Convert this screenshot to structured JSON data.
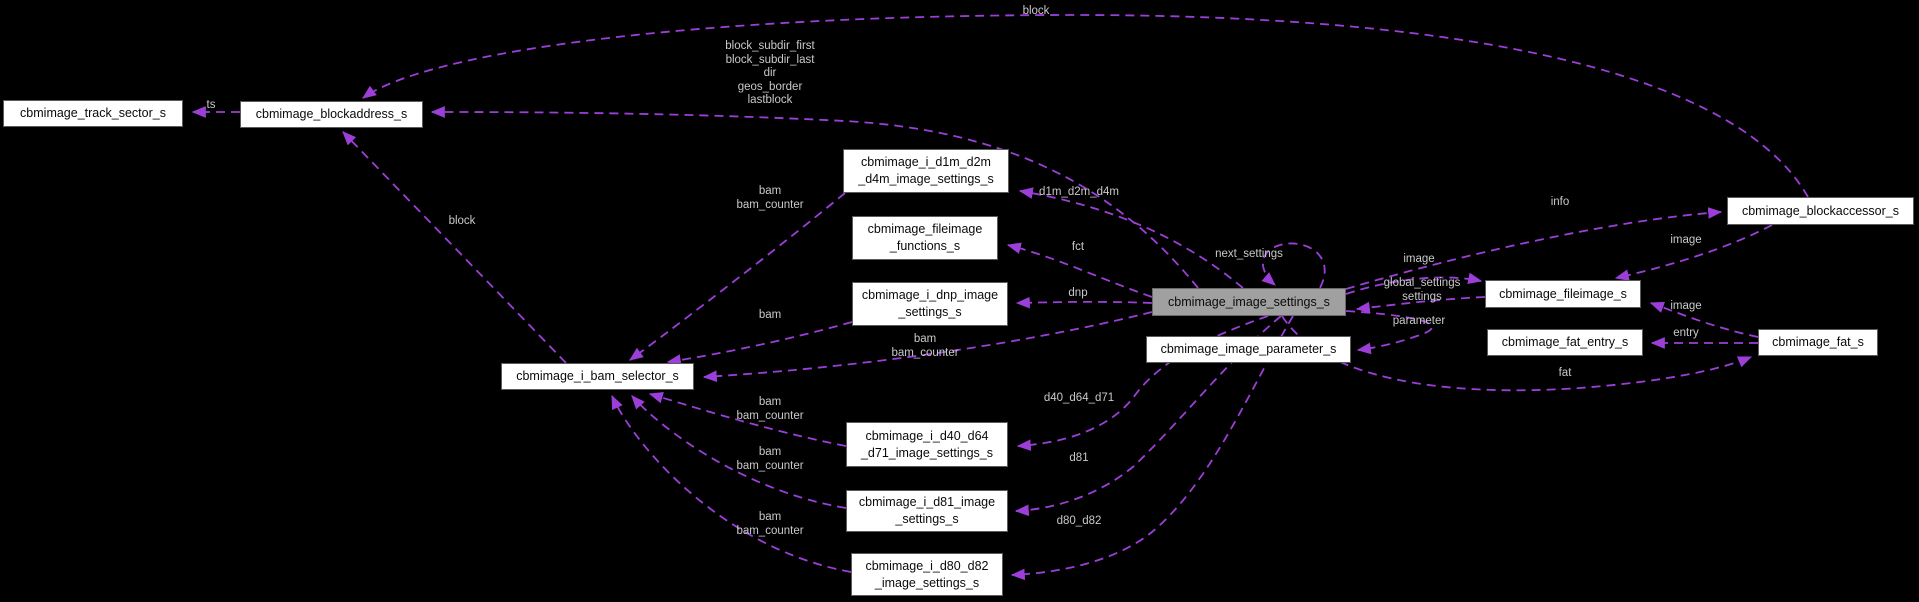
{
  "diagram": {
    "kind": "doxygen-collaboration-graph",
    "highlighted_node": "cbmimage_image_settings_s",
    "colors": {
      "background": "#000000",
      "edge": "#9c3fd9",
      "node_fill": "#ffffff",
      "node_border": "#5b5b5b",
      "node_text": "#0a0a0a",
      "highlight_fill": "#a0a0a0",
      "edge_label_text": "#c9c9c9"
    }
  },
  "nodes": [
    {
      "id": "track_sector",
      "label": "cbmimage_track_sector_s"
    },
    {
      "id": "blockaddress",
      "label": "cbmimage_blockaddress_s"
    },
    {
      "id": "d1m_d2m_d4m",
      "label": "cbmimage_i_d1m_d2m\n_d4m_image_settings_s"
    },
    {
      "id": "fileimage_functions",
      "label": "cbmimage_fileimage\n_functions_s"
    },
    {
      "id": "dnp",
      "label": "cbmimage_i_dnp_image\n_settings_s"
    },
    {
      "id": "bam_selector",
      "label": "cbmimage_i_bam_selector_s"
    },
    {
      "id": "d40_d64_d71",
      "label": "cbmimage_i_d40_d64\n_d71_image_settings_s"
    },
    {
      "id": "d81",
      "label": "cbmimage_i_d81_image\n_settings_s"
    },
    {
      "id": "d80_d82",
      "label": "cbmimage_i_d80_d82\n_image_settings_s"
    },
    {
      "id": "image_settings",
      "label": "cbmimage_image_settings_s"
    },
    {
      "id": "image_parameter",
      "label": "cbmimage_image_parameter_s"
    },
    {
      "id": "fileimage",
      "label": "cbmimage_fileimage_s"
    },
    {
      "id": "fat_entry",
      "label": "cbmimage_fat_entry_s"
    },
    {
      "id": "fat",
      "label": "cbmimage_fat_s"
    },
    {
      "id": "blockaccessor",
      "label": "cbmimage_blockaccessor_s"
    }
  ],
  "edge_labels": [
    {
      "text": "ts"
    },
    {
      "text": "block"
    },
    {
      "text": "block_subdir_first\nblock_subdir_last\ndir\ngeos_border\nlastblock"
    },
    {
      "text": "block"
    },
    {
      "text": "bam\nbam_counter"
    },
    {
      "text": "d1m_d2m_d4m"
    },
    {
      "text": "fct"
    },
    {
      "text": "dnp"
    },
    {
      "text": "bam"
    },
    {
      "text": "bam\nbam_counter"
    },
    {
      "text": "next_settings"
    },
    {
      "text": "image"
    },
    {
      "text": "global_settings\nsettings"
    },
    {
      "text": "parameter"
    },
    {
      "text": "info"
    },
    {
      "text": "image"
    },
    {
      "text": "image"
    },
    {
      "text": "entry"
    },
    {
      "text": "fat"
    },
    {
      "text": "bam\nbam_counter"
    },
    {
      "text": "bam\nbam_counter"
    },
    {
      "text": "bam\nbam_counter"
    },
    {
      "text": "d40_d64_d71"
    },
    {
      "text": "d81"
    },
    {
      "text": "d80_d82"
    }
  ],
  "edges": [
    {
      "from": "blockaddress",
      "to": "track_sector",
      "label": "ts"
    },
    {
      "from": "blockaccessor",
      "to": "blockaddress",
      "label": "block"
    },
    {
      "from": "image_settings",
      "to": "blockaddress",
      "label": "block_subdir_first block_subdir_last dir geos_border lastblock"
    },
    {
      "from": "bam_selector",
      "to": "blockaddress",
      "label": "block"
    },
    {
      "from": "d1m_d2m_d4m",
      "to": "bam_selector",
      "label": "bam bam_counter"
    },
    {
      "from": "image_settings",
      "to": "d1m_d2m_d4m",
      "label": "d1m_d2m_d4m"
    },
    {
      "from": "image_settings",
      "to": "fileimage_functions",
      "label": "fct"
    },
    {
      "from": "image_settings",
      "to": "dnp",
      "label": "dnp"
    },
    {
      "from": "dnp",
      "to": "bam_selector",
      "label": "bam"
    },
    {
      "from": "image_settings",
      "to": "bam_selector",
      "label": "bam bam_counter"
    },
    {
      "from": "image_settings",
      "to": "image_settings",
      "label": "next_settings"
    },
    {
      "from": "image_settings",
      "to": "fileimage",
      "label": "image"
    },
    {
      "from": "fileimage",
      "to": "image_settings",
      "label": "global_settings settings"
    },
    {
      "from": "image_settings",
      "to": "image_parameter",
      "label": "parameter"
    },
    {
      "from": "image_settings",
      "to": "blockaccessor",
      "label": "info"
    },
    {
      "from": "blockaccessor",
      "to": "fileimage",
      "label": "image"
    },
    {
      "from": "fat",
      "to": "fileimage",
      "label": "image"
    },
    {
      "from": "fat",
      "to": "fat_entry",
      "label": "entry"
    },
    {
      "from": "image_settings",
      "to": "fat",
      "label": "fat"
    },
    {
      "from": "d40_d64_d71",
      "to": "bam_selector",
      "label": "bam bam_counter"
    },
    {
      "from": "d81",
      "to": "bam_selector",
      "label": "bam bam_counter"
    },
    {
      "from": "d80_d82",
      "to": "bam_selector",
      "label": "bam bam_counter"
    },
    {
      "from": "image_settings",
      "to": "d40_d64_d71",
      "label": "d40_d64_d71"
    },
    {
      "from": "image_settings",
      "to": "d81",
      "label": "d81"
    },
    {
      "from": "image_settings",
      "to": "d80_d82",
      "label": "d80_d82"
    }
  ]
}
